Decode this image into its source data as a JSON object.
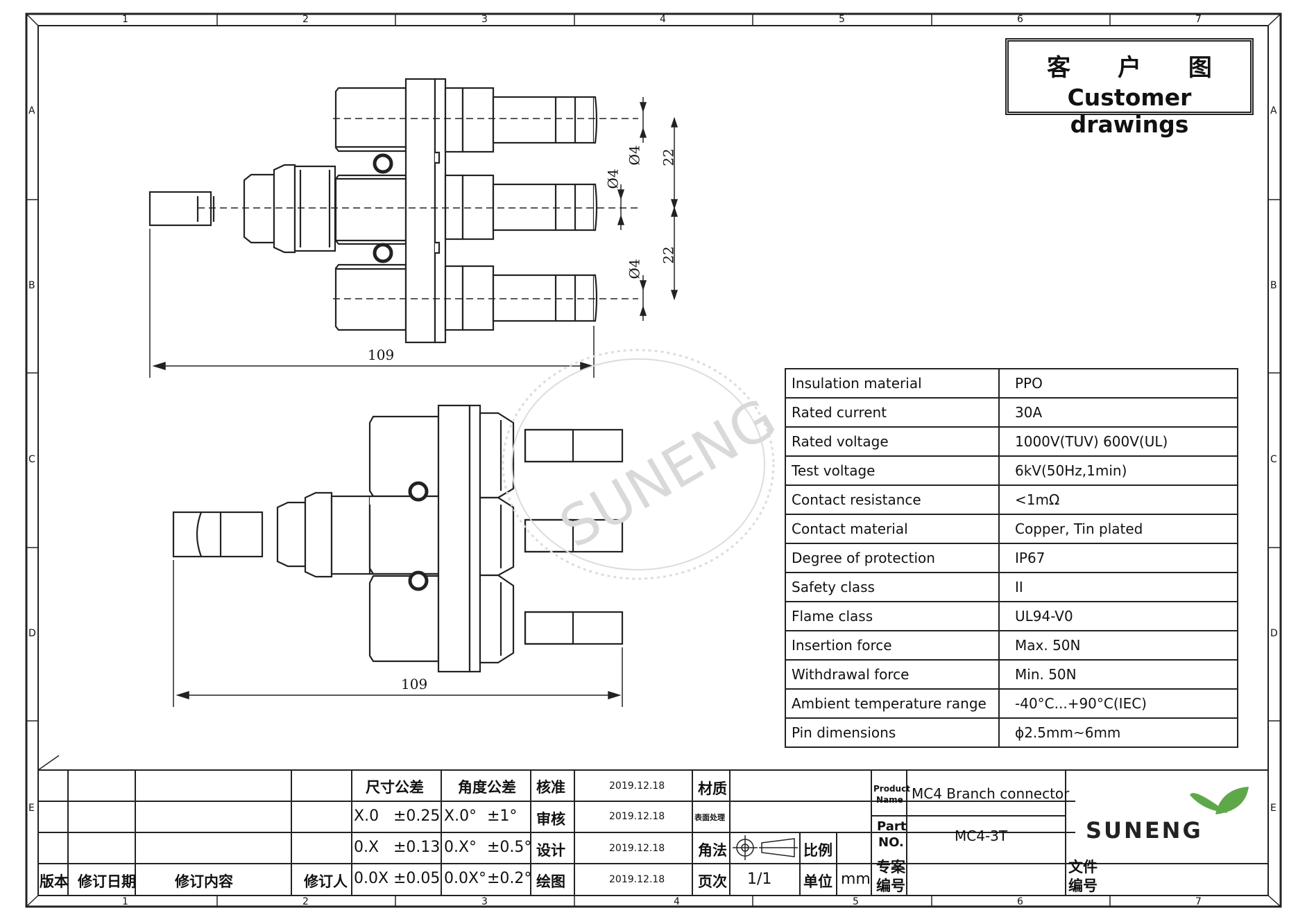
{
  "title_box": {
    "chinese": "客 户 图",
    "english": "Customer drawings"
  },
  "watermark": "SUNENG",
  "grid": {
    "columns": [
      "1",
      "2",
      "3",
      "4",
      "5",
      "6",
      "7"
    ],
    "rows": [
      "A",
      "B",
      "C",
      "D",
      "E"
    ]
  },
  "dimensions": {
    "top_overall": "109",
    "bottom_overall": "109",
    "pin_dia_1": "Ø4",
    "pin_dia_2": "Ø4",
    "pin_dia_3": "Ø4",
    "pitch_1": "22",
    "pitch_2": "22"
  },
  "specs": [
    {
      "label": "Insulation  material",
      "value": "PPO"
    },
    {
      "label": "Rated  current",
      "value": "30A"
    },
    {
      "label": "Rated  voltage",
      "value": "1000V(TUV)  600V(UL)"
    },
    {
      "label": "Test  voltage",
      "value": "6kV(50Hz,1min)"
    },
    {
      "label": "Contact  resistance",
      "value": "<1mΩ"
    },
    {
      "label": "Contact  material",
      "value": "Copper,  Tin  plated"
    },
    {
      "label": "Degree  of  protection",
      "value": "IP67"
    },
    {
      "label": "Safety  class",
      "value": "II"
    },
    {
      "label": "Flame  class",
      "value": "UL94-V0"
    },
    {
      "label": "Insertion  force",
      "value": "Max.  50N"
    },
    {
      "label": "Withdrawal  force",
      "value": "Min.  50N"
    },
    {
      "label": "Ambient  temperature  range",
      "value": "-40°C...+90°C(IEC)"
    },
    {
      "label": "Pin  dimensions",
      "value": "ϕ2.5mm~6mm"
    }
  ],
  "title_block": {
    "rev_headers": [
      "版本",
      "修订日期",
      "修订内容",
      "修订人"
    ],
    "size_tol_header": "尺寸公差",
    "angle_tol_header": "角度公差",
    "size_tol": [
      {
        "fmt": "X.0",
        "tol": "±0.25"
      },
      {
        "fmt": "0.X",
        "tol": "±0.13"
      },
      {
        "fmt": "0.0X",
        "tol": "±0.05"
      }
    ],
    "angle_tol": [
      {
        "fmt": "X.0°",
        "tol": "±1°"
      },
      {
        "fmt": "0.X°",
        "tol": "±0.5°"
      },
      {
        "fmt": "0.0X°",
        "tol": "±0.2°"
      }
    ],
    "approvals": [
      {
        "role": "核准",
        "date": "2019.12.18"
      },
      {
        "role": "审核",
        "date": "2019.12.18"
      },
      {
        "role": "设计",
        "date": "2019.12.18"
      },
      {
        "role": "绘图",
        "date": "2019.12.18"
      }
    ],
    "material_label": "材质",
    "surface_label": "表面处理",
    "projection_label": "角法",
    "scale_label": "比例",
    "page_label": "页次",
    "page_value": "1/1",
    "unit_label": "单位",
    "unit_value": "mm",
    "product_name_label_1": "Product",
    "product_name_label_2": "Name",
    "product_name": "MC4 Branch connector",
    "part_no_label_1": "Part",
    "part_no_label_2": "NO.",
    "part_no": "MC4-3T",
    "project_no_label_1": "专案",
    "project_no_label_2": "编号",
    "file_no_label_1": "文件",
    "file_no_label_2": "编号",
    "company": "SUNENG"
  }
}
